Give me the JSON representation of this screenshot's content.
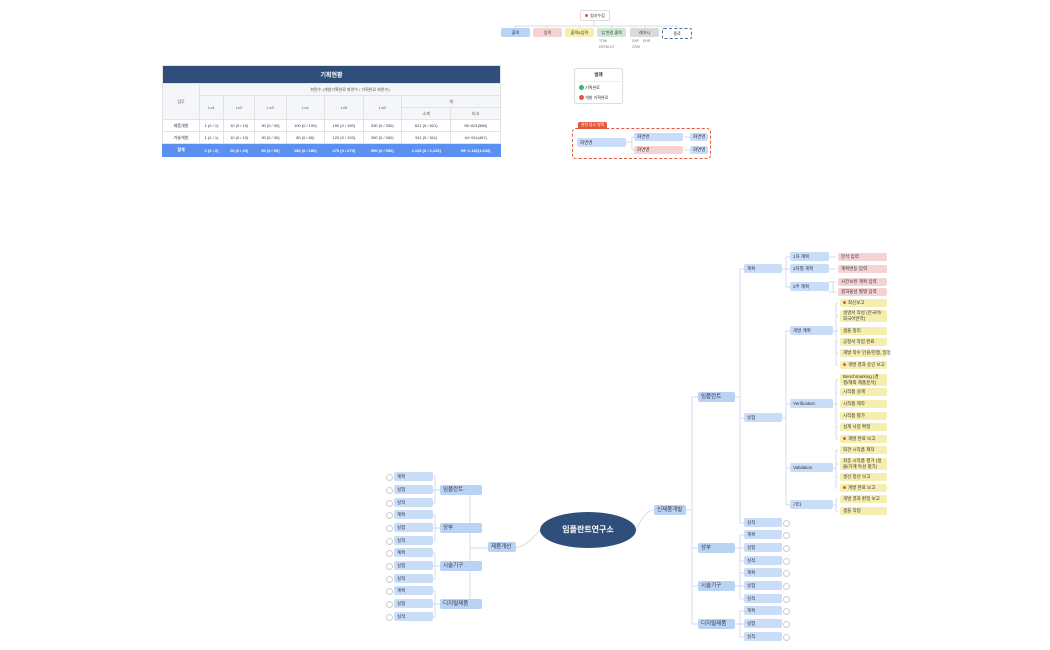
{
  "top_chart": {
    "root": "청과수집",
    "nodes": [
      {
        "label": "출력",
        "style": "blue"
      },
      {
        "label": "입력",
        "style": "pink"
      },
      {
        "label": "출력&입력",
        "style": "yel"
      },
      {
        "label": "입 변경 출력",
        "style": "green"
      },
      {
        "label": "레거시",
        "style": "gray"
      },
      {
        "label": "종료",
        "style": "dash"
      }
    ],
    "notes": [
      "TOW",
      "DEFAULT",
      "SAP",
      "EHR",
      "CRM"
    ]
  },
  "legend": {
    "title": "범례",
    "items": [
      {
        "label": "기획완료",
        "color": "#3bb36a"
      },
      {
        "label": "개발 기획완료",
        "color": "#e8563a"
      }
    ]
  },
  "group": {
    "tag": "관련 업무 영역",
    "left": "화면명",
    "mid": [
      "화면명",
      "화면명"
    ],
    "right": [
      "화면명",
      "화면명"
    ]
  },
  "table": {
    "title": "기획현황",
    "subtitle": "화면수 (개발기획완료 화면수 / 기획완료 화면수)",
    "row_header": "업무",
    "levels": [
      "Lv1",
      "Lv2",
      "Lv3",
      "Lv4",
      "Lv5",
      "Lv6"
    ],
    "total_header": "계",
    "total_sub": [
      "소계",
      "비고"
    ],
    "rows": [
      {
        "name": "제품개발",
        "cells": [
          "1 (0 / 1)",
          "10 (0 / 10)",
          "30 (0 / 30)",
          "100 (0 / 100)",
          "150 (0 / 150)",
          "330 (0 / 330)",
          "621 (0 / 621)",
          "55~621(566)"
        ]
      },
      {
        "name": "기술개발",
        "cells": [
          "1 (0 / 1)",
          "10 (0 / 10)",
          "30 (0 / 30)",
          "80 (0 / 80)",
          "120 (0 / 120)",
          "260 (0 / 260)",
          "511 (0 / 511)",
          "44~511(467)"
        ]
      }
    ],
    "total_row": {
      "name": "합계",
      "cells": [
        "2 (0 / 2)",
        "20 (0 / 20)",
        "60 (0 / 60)",
        "180 (0 / 180)",
        "270 (0 / 270)",
        "590 (0 / 590)",
        "1,132 (0 / 1,132)",
        "99~1,132(1,033)"
      ]
    }
  },
  "mindmap": {
    "center": "임플란트연구소",
    "left_branch": "제품개선",
    "left_subs": [
      "임플란트",
      "상부",
      "시술기구",
      "디지털제품"
    ],
    "left_leaves": [
      "계획",
      "실험",
      "실적",
      "계획",
      "실험",
      "실적",
      "계획",
      "실험",
      "실적",
      "계획",
      "실험",
      "실적"
    ],
    "right_branch": "신제품개발",
    "right_subs": [
      "임플란트",
      "상부",
      "시술기구",
      "디지털제품"
    ],
    "impl_children": [
      "계획",
      "실험"
    ],
    "plan_children": [
      "1차 계획",
      "2차별 계획",
      "2주 계획"
    ],
    "plan_leaves": [
      "분석 입력",
      "계획변동 입력",
      "사전보완 계획 입력",
      "결과물성 월별 입력"
    ],
    "exp_children": [
      "개발 계획",
      "Verification",
      "Validation",
      "기타"
    ],
    "dev_leaves": [
      "최신보고",
      "설명서 작성 (한국어/외국어번역)",
      "샘플 정리",
      "공정서 작업 완료",
      "개발 착수 인원/진행, 일정",
      "개발 결과 승인 보고"
    ],
    "ver_leaves": [
      "Benchmarking (경쟁/해외 제품분석)",
      "시작품 설계",
      "시작품 제작",
      "시작품 평가",
      "설계 사양 확정",
      "개발 완료 보고"
    ],
    "val_leaves": [
      "외관 시작품 제작",
      "최종 시작품 평가 (생물/기계 특성 평가)",
      "생산 정산 보고",
      "개발 완료 보고"
    ],
    "etc_leaves": [
      "개발 결과 판정 보고",
      "샘플 작업"
    ],
    "right_tail": [
      "실적",
      "계획",
      "실험",
      "실적",
      "계획",
      "실험",
      "실적",
      "계획",
      "실험",
      "실적"
    ]
  }
}
